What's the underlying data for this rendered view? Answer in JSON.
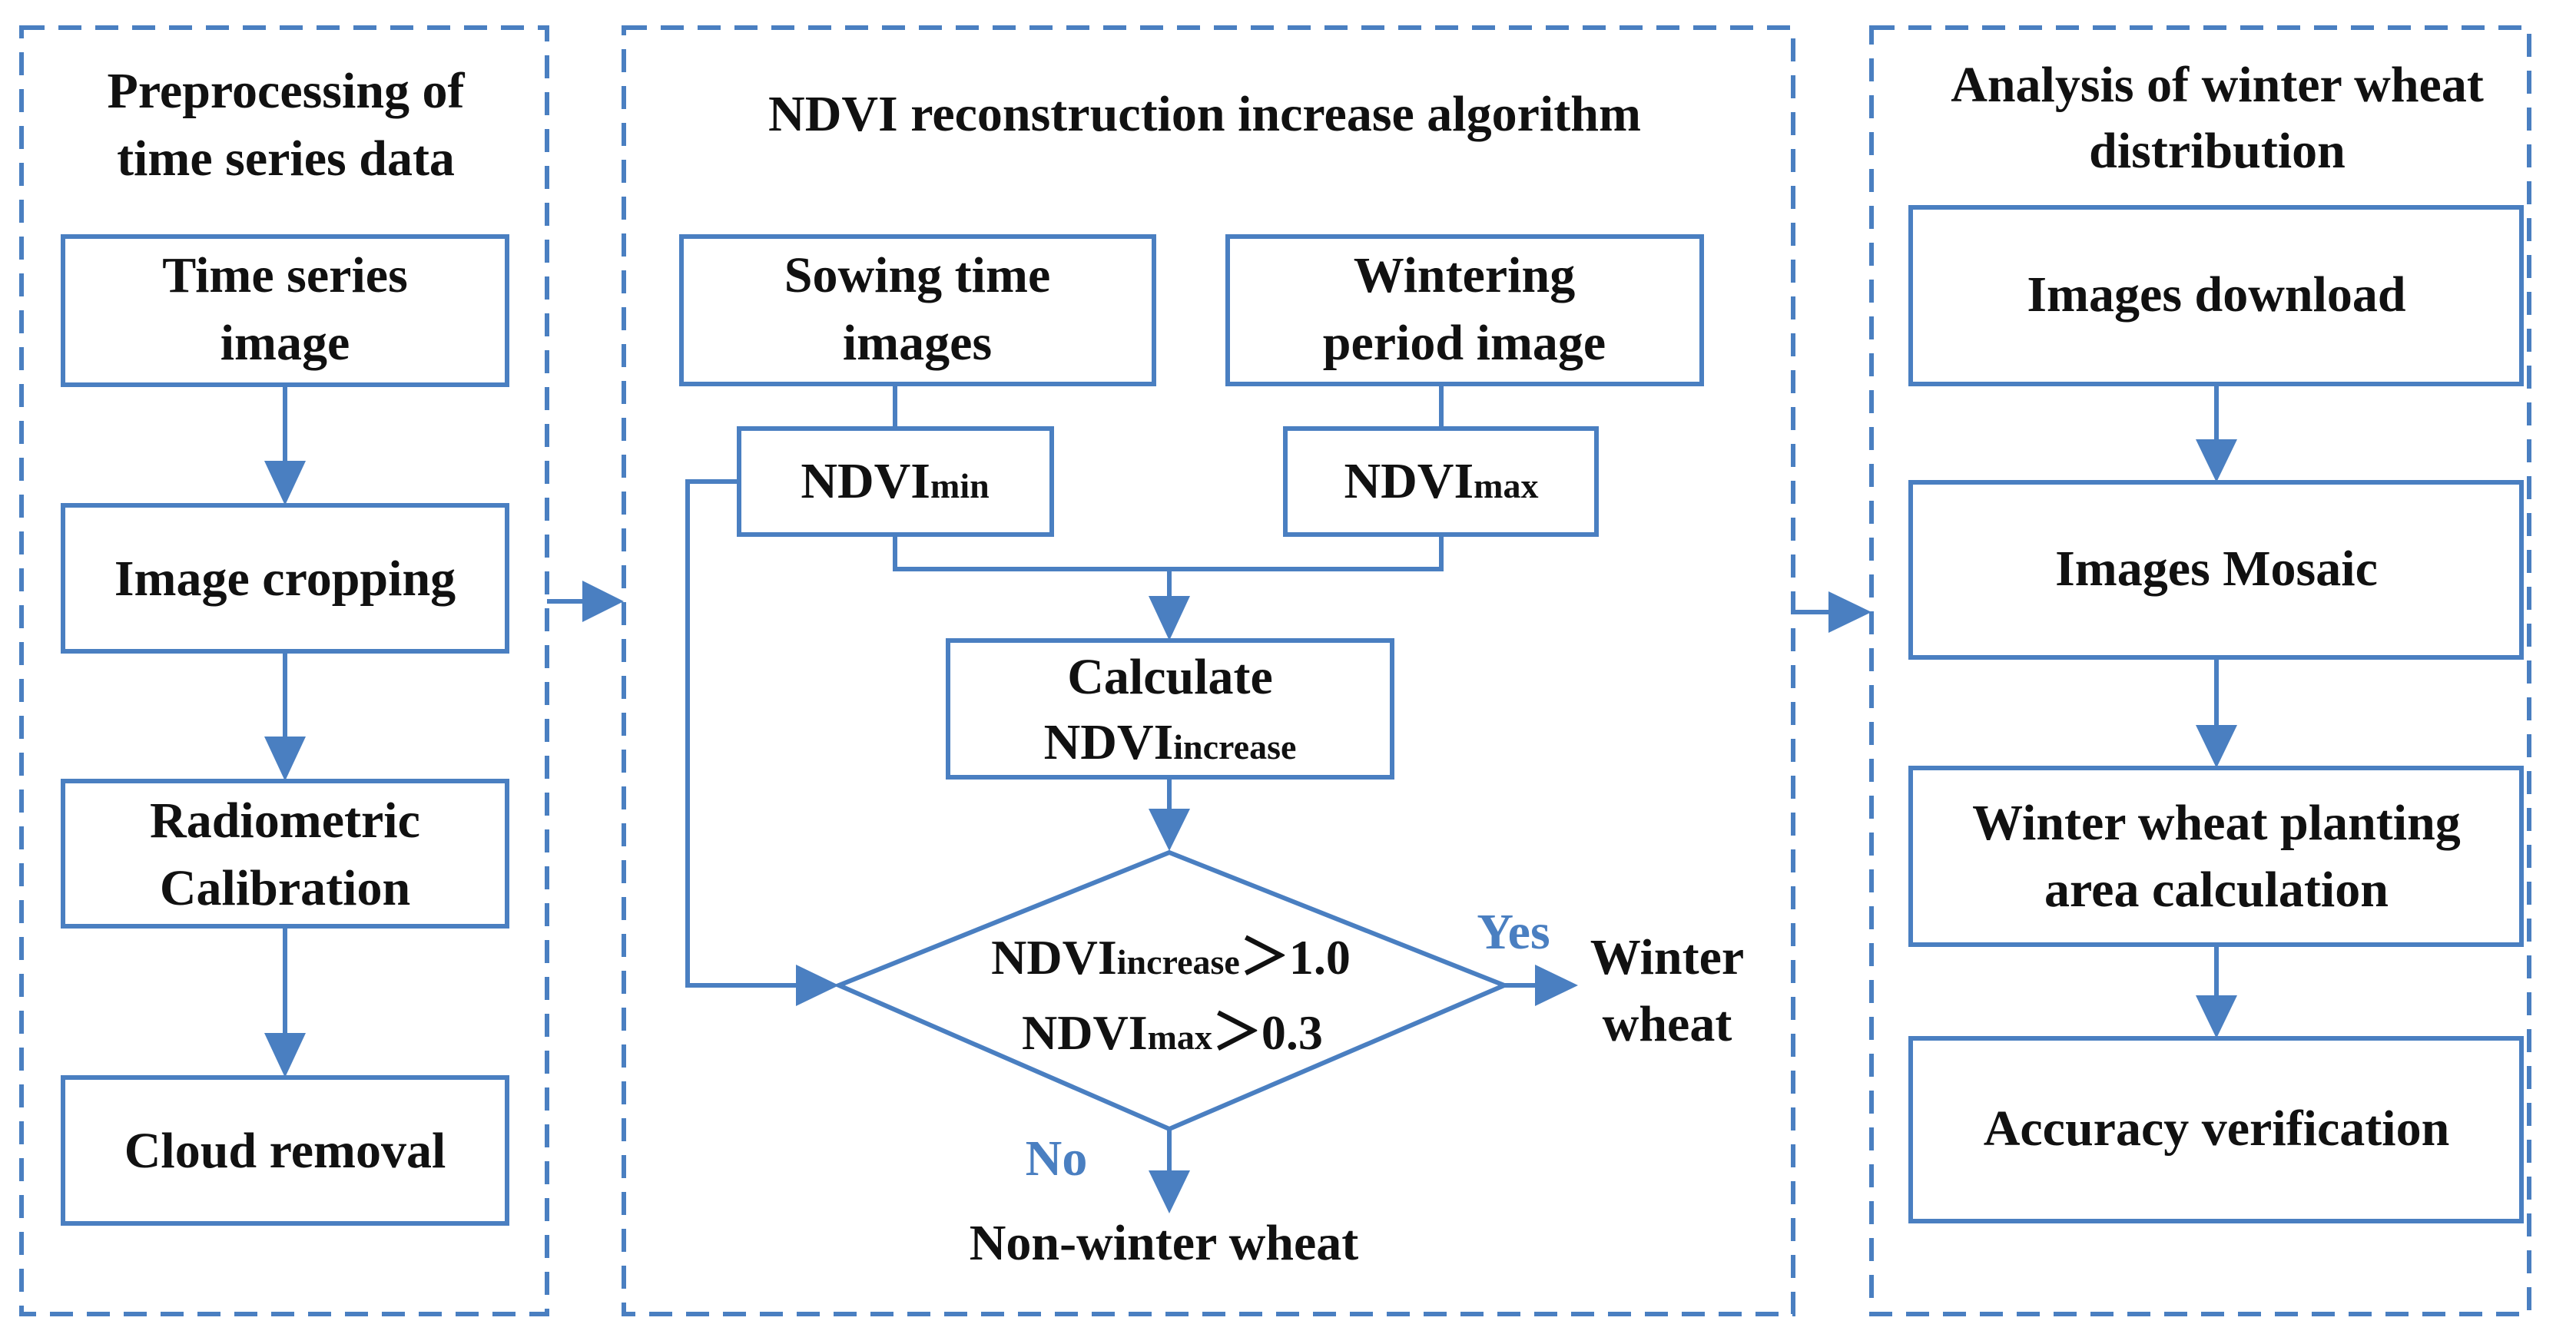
{
  "colors": {
    "stroke": "#4a7fc1",
    "text": "#111111",
    "background": "#ffffff"
  },
  "left": {
    "title_line1": "Preprocessing of",
    "title_line2": "time series data",
    "step1_line1": "Time series",
    "step1_line2": "image",
    "step2": "Image cropping",
    "step3_line1": "Radiometric",
    "step3_line2": "Calibration",
    "step4": "Cloud removal"
  },
  "middle": {
    "title": "NDVI reconstruction increase algorithm",
    "sowing_line1": "Sowing time",
    "sowing_line2": "images",
    "wintering_line1": "Wintering",
    "wintering_line2": "period image",
    "ndvi_prefix": "NDVI",
    "min_sub": "min",
    "max_sub": "max",
    "calc_line1": "Calculate",
    "increase_sub": "increase",
    "cond1_suffix": "＞1.0",
    "cond2_suffix": "＞0.3",
    "yes": "Yes",
    "no": "No",
    "winter_line1": "Winter",
    "winter_line2": "wheat",
    "non_winter": "Non-winter wheat"
  },
  "right": {
    "title_line1": "Analysis of winter wheat",
    "title_line2": "distribution",
    "step1": "Images download",
    "step2": "Images Mosaic",
    "step3_line1": "Winter wheat planting",
    "step3_line2": "area calculation",
    "step4": "Accuracy verification"
  }
}
